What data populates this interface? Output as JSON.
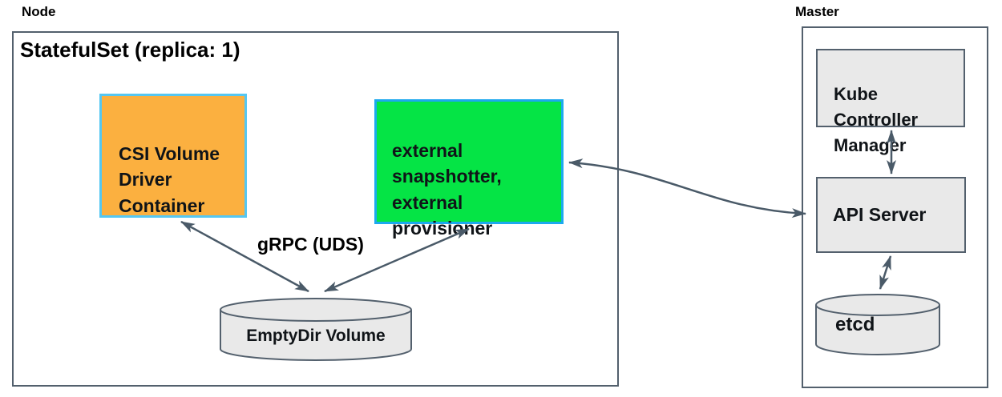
{
  "colors": {
    "arrow": "#4A5A68",
    "box_border": "#53606D",
    "orange_fill": "#FBB040",
    "orange_border": "#55C7F2",
    "green_fill": "#05E445",
    "green_border": "#1CA9EE",
    "gray_fill": "#E9E9E9",
    "text": "#101418"
  },
  "node": {
    "title": "Node",
    "statefulset_label": "StatefulSet (replica: 1)",
    "csi_driver_label": "CSI Volume\nDriver\nContainer",
    "sidecars_label": "external\nsnapshotter,\nexternal\nprovisioner",
    "grpc_label": "gRPC (UDS)",
    "emptydir_label": "EmptyDir Volume"
  },
  "master": {
    "title": "Master",
    "kube_controller_manager_label": "Kube\nController\nManager",
    "api_server_label": "API Server",
    "etcd_label": "etcd"
  }
}
